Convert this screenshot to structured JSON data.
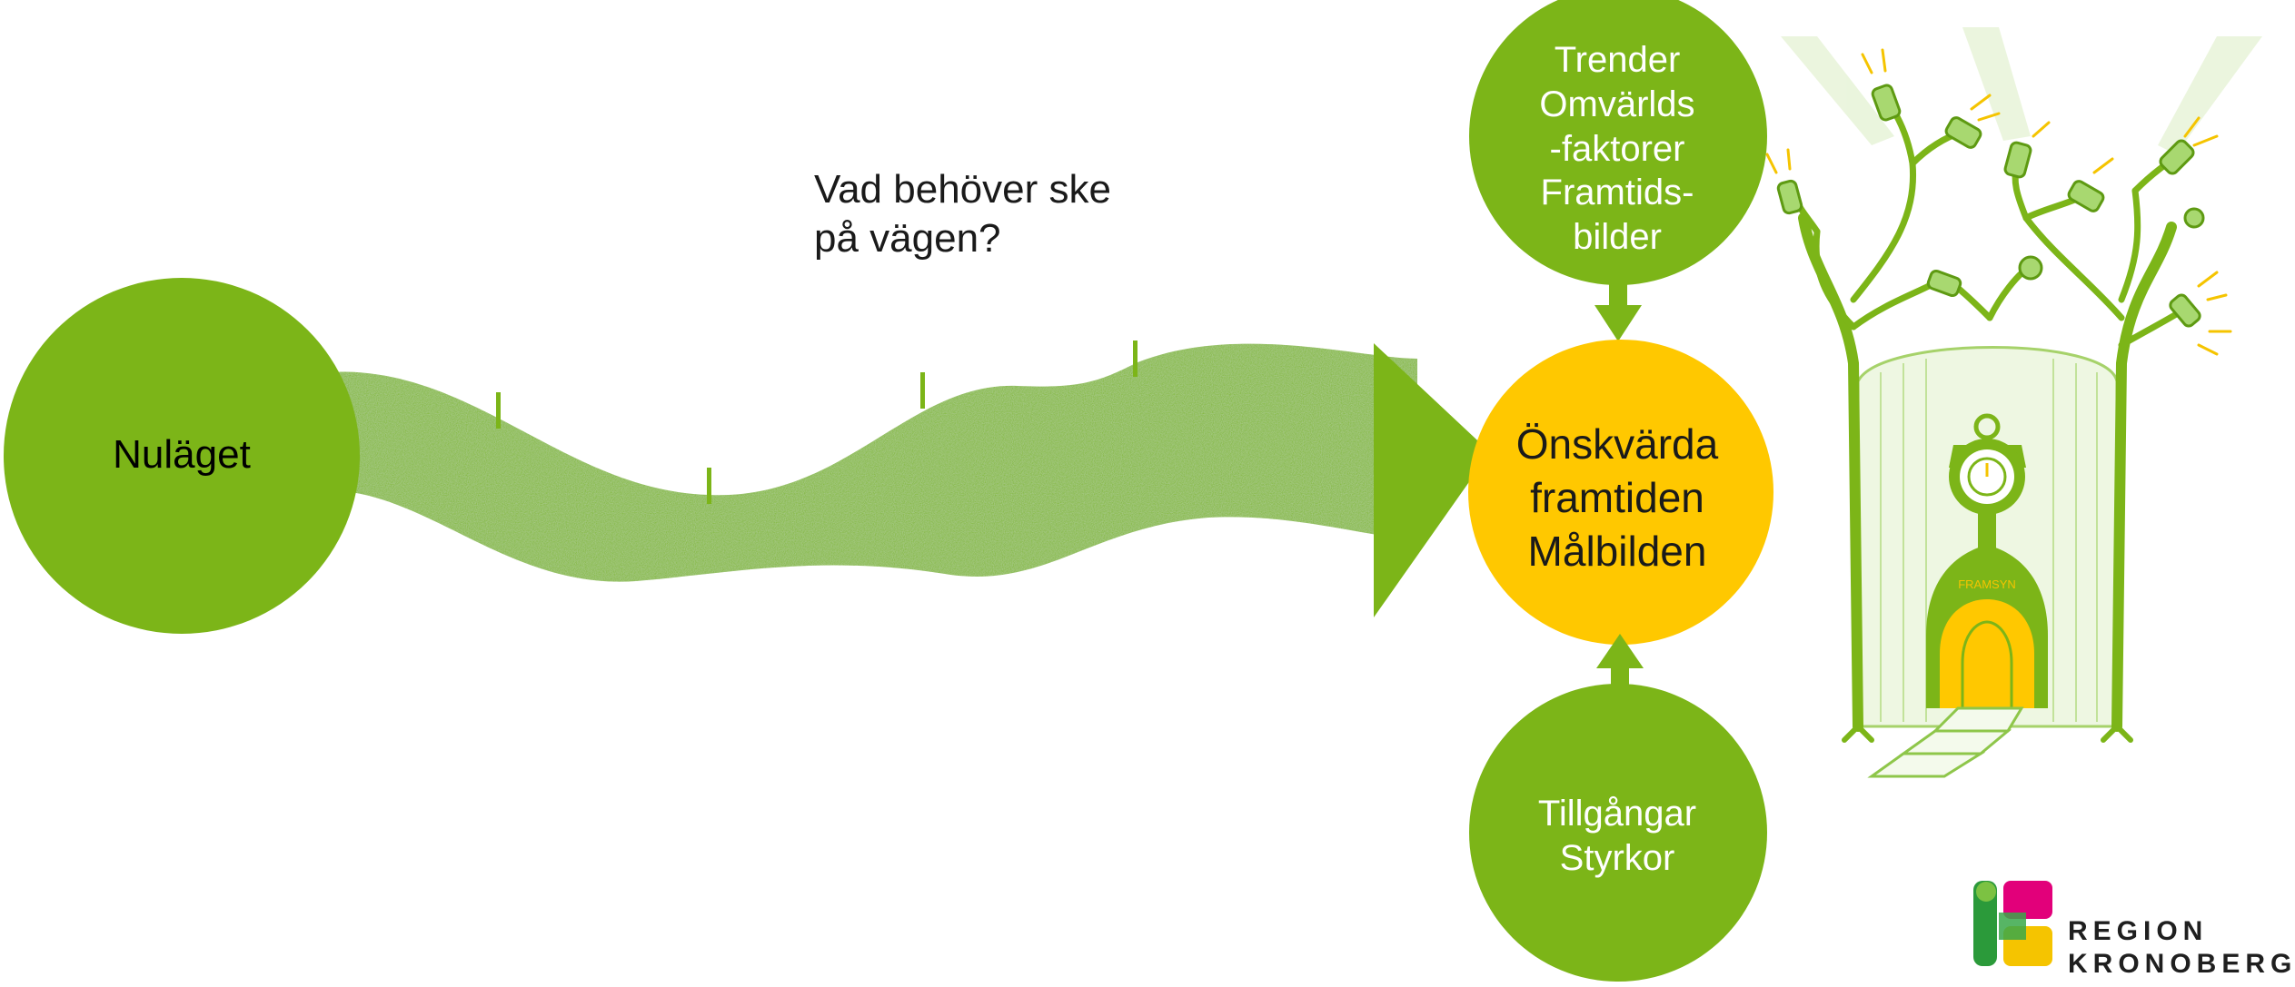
{
  "diagram": {
    "start_node": {
      "label": "Nuläget"
    },
    "path_question": {
      "lines": [
        "Vad behöver ske",
        "på vägen?"
      ]
    },
    "top_input": {
      "lines": [
        "Trender",
        "Omvärlds",
        "-faktorer",
        "Framtids-",
        "bilder"
      ]
    },
    "goal_node": {
      "lines": [
        "Önskvärda",
        "framtiden",
        "Målbilden"
      ]
    },
    "bottom_input": {
      "lines": [
        "Tillgångar",
        "Styrkor"
      ]
    },
    "illustration": {
      "clock_label": "FRAMSYN"
    }
  },
  "logo": {
    "lines": [
      "REGION",
      "KRONOBERG"
    ]
  },
  "colors": {
    "green": "#7cb518",
    "green_dark": "#5e9a12",
    "yellow": "#ffc800",
    "logo_pink": "#e2007a",
    "logo_yellow": "#f5c400",
    "logo_green": "#2b9a3a"
  }
}
